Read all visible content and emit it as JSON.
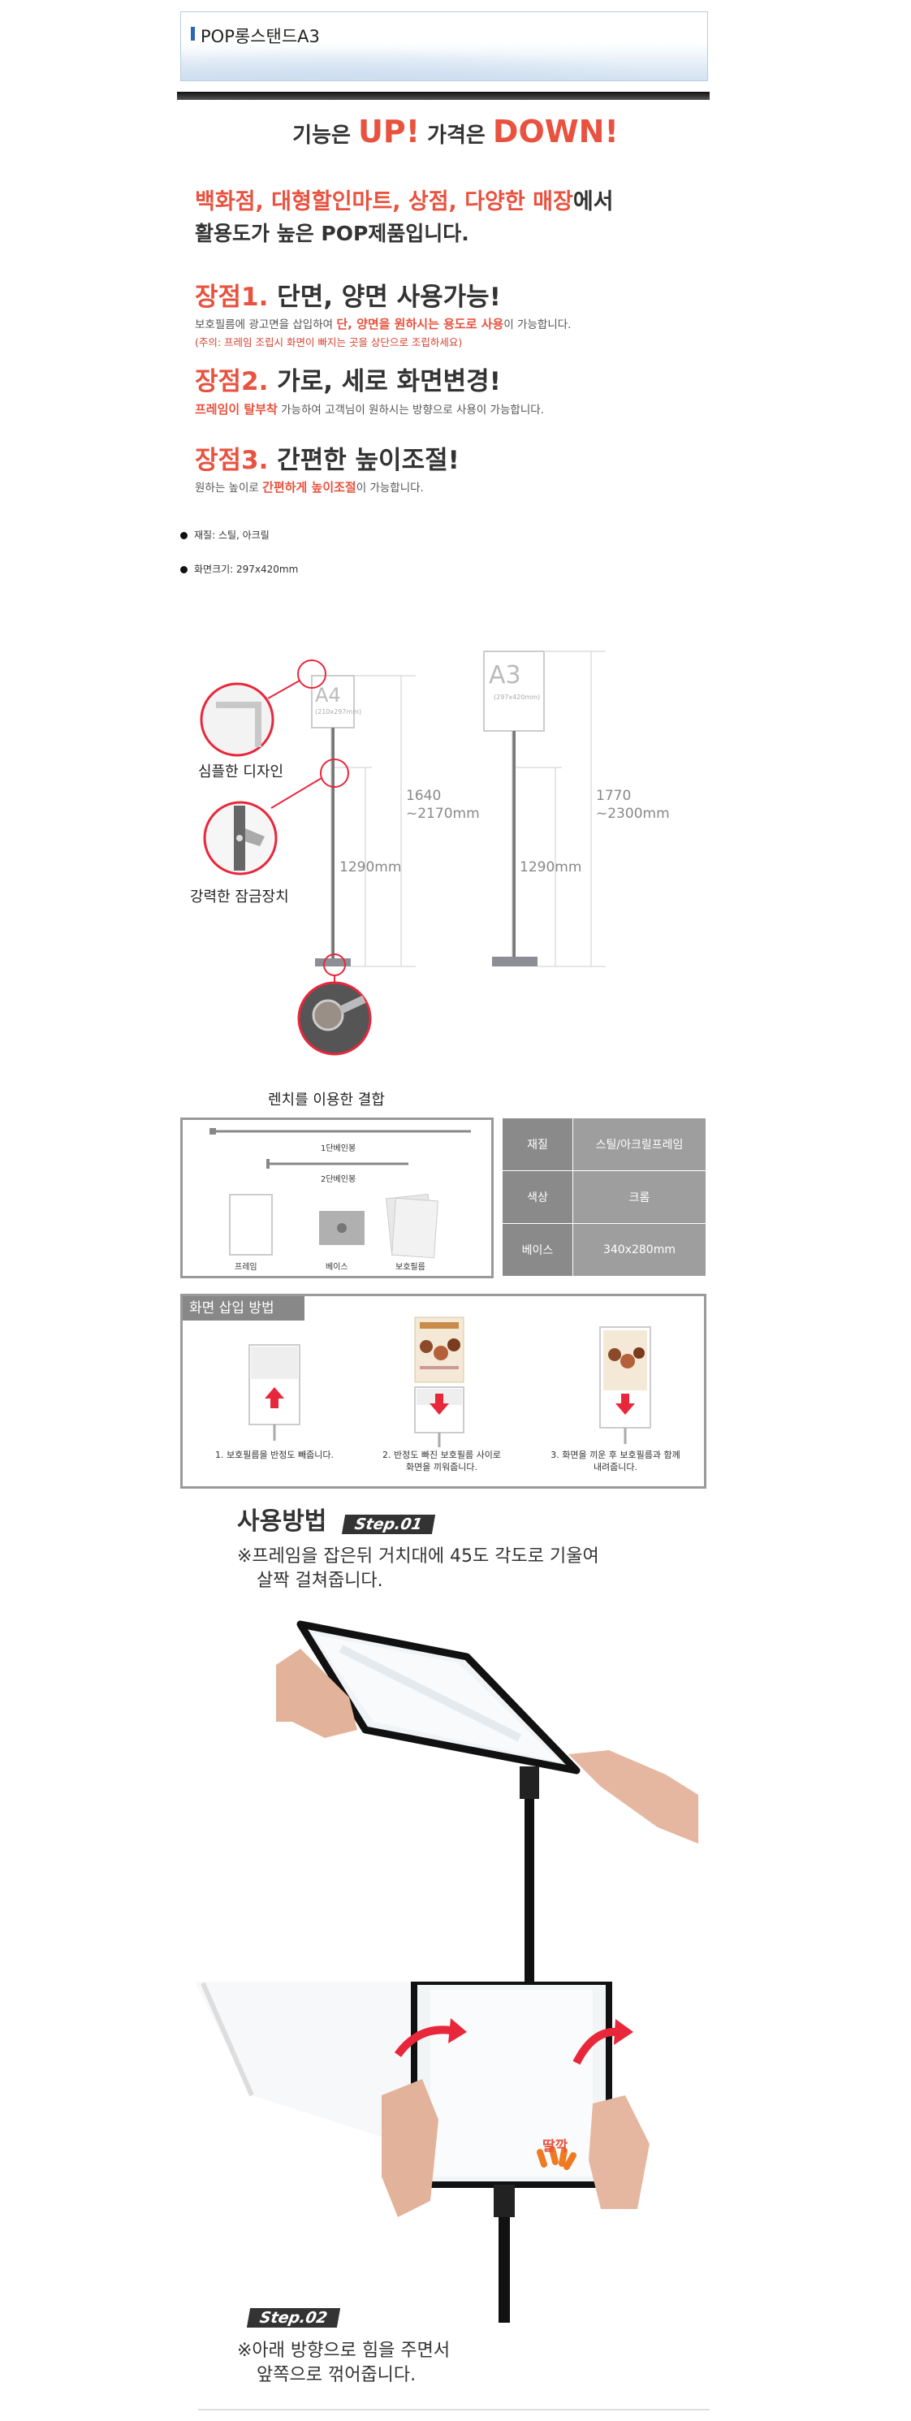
{
  "title": "POP롱스탠드A3",
  "headline": {
    "p1": "기능은 ",
    "up": "UP!",
    "p2": " 가격은 ",
    "down": "DOWN!"
  },
  "intro": {
    "line1_highlight": "백화점, 대형할인마트, 상점, 다양한 매장",
    "line1_tail": "에서",
    "line2": "활용도가 높은 POP제품입니다."
  },
  "advantages": [
    {
      "num": "장점1.",
      "title": " 단면, 양면 사용가능!",
      "desc_pre": "보호필름에 광고면을 삽입하여 ",
      "desc_hl": "단, 양면을 원하시는 용도로 사용",
      "desc_post": "이 가능합니다.",
      "note": "(주의: 프레임 조립시 화면이 빠지는 곳을 상단으로 조립하세요)"
    },
    {
      "num": "장점2.",
      "title": " 가로, 세로 화면변경!",
      "desc_pre": "",
      "desc_hl": "프레임이 탈부착",
      "desc_post": " 가능하여 고객님이 원하시는 방향으로 사용이 가능합니다."
    },
    {
      "num": "장점3.",
      "title": " 간편한 높이조절!",
      "desc_pre": "원하는 높이로 ",
      "desc_hl": "간편하게 높이조절",
      "desc_post": "이 가능합니다."
    }
  ],
  "specs": [
    "재질: 스틸, 아크릴",
    "화면크기: 297x420mm"
  ],
  "illustration": {
    "labels": [
      "심플한 디자인",
      "강력한 잠금장치",
      "렌치를 이용한 결합"
    ],
    "frames": [
      {
        "name": "A4",
        "size": "(210x297mm)"
      },
      {
        "name": "A3",
        "size": "(297x420mm)"
      }
    ],
    "dims": {
      "a4_total_1": "1640",
      "a4_total_2": "~2170mm",
      "a4_pole": "1290mm",
      "a3_total_1": "1770",
      "a3_total_2": "~2300mm",
      "a3_pole": "1290mm"
    }
  },
  "parts": [
    "1단베인봉",
    "2단베인봉",
    "프레임",
    "베이스",
    "보호필름"
  ],
  "spec_table": [
    {
      "key": "재질",
      "value": "스틸/아크릴프레임"
    },
    {
      "key": "색상",
      "value": "크롬"
    },
    {
      "key": "베이스",
      "value": "340x280mm"
    }
  ],
  "insert": {
    "title": "화면 삽입 방법",
    "steps": [
      {
        "l1": "1. 보호필름을 반정도 빼줍니다.",
        "l2": ""
      },
      {
        "l1": "2. 반정도 빠진 보호필름 사이로",
        "l2": "화면을 끼워줍니다."
      },
      {
        "l1": "3. 화면을 끼운 후 보호필름과 함께",
        "l2": "내려줍니다."
      }
    ]
  },
  "howto": {
    "title": "사용방법",
    "step1_badge": "Step.01",
    "step1_l1": "※프레임을 잡은뒤 거치대에 45도 각도로 기울여",
    "step1_l2": "살짝 걸쳐줍니다.",
    "click_sound": "딸깍",
    "step2_badge": "Step.02",
    "step2_l1": "※아래 방향으로 힘을 주면서",
    "step2_l2": "앞쪽으로 꺾어줍니다."
  },
  "colors": {
    "accent": "#e8523f",
    "table_key": "#8a8a8a",
    "table_value": "#9e9e9e"
  }
}
